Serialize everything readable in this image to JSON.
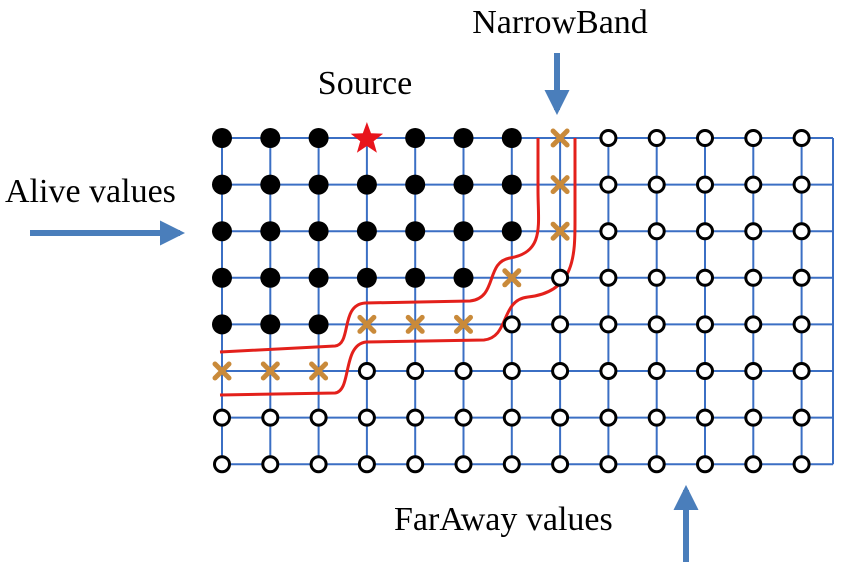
{
  "labels": {
    "source": "Source",
    "narrow_band": "NarrowBand",
    "alive": "Alive values",
    "far_away": "FarAway values"
  },
  "grid": {
    "cols": 13,
    "rows": 8,
    "states": [
      "AAASAAAXFFFFF",
      "AAAAAAAXFFFFF",
      "AAAAAAAXFFFFF",
      "AAAAAAXFFFFFF",
      "AAAXXXFFFFFFF",
      "XXXFFFFFFFFFF",
      "FFFFFFFFFFFFF",
      "FFFFFFFFFFFFF"
    ],
    "legend": {
      "A": "alive-point",
      "S": "source-star",
      "X": "narrowband-cross",
      "F": "faraway-point"
    }
  },
  "colors": {
    "grid_line": "#3b6fc4",
    "arrow": "#4a7ebb",
    "band_line": "#e3201b",
    "cross": "#c98a3a",
    "star": "#e8141c",
    "point": "#000000"
  }
}
